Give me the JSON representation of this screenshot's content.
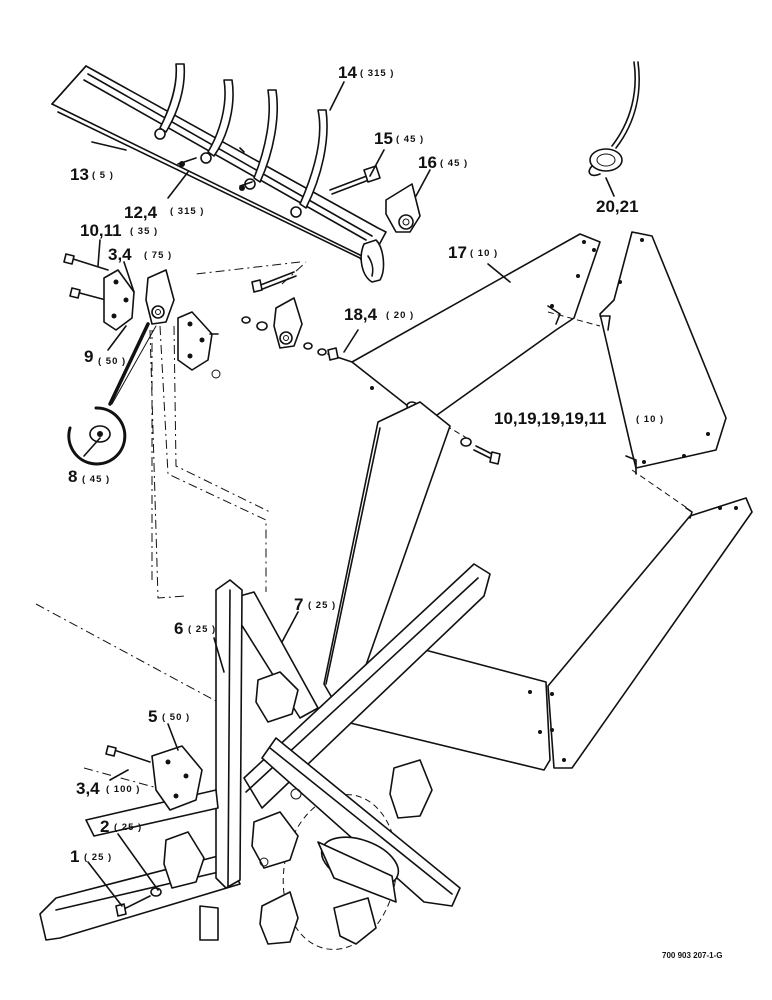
{
  "callouts": [
    {
      "id": "c1",
      "label": "1",
      "qty": "( 25 )"
    },
    {
      "id": "c2",
      "label": "2",
      "qty": "( 25 )"
    },
    {
      "id": "c3",
      "label": "3,4",
      "qty": "( 100 )"
    },
    {
      "id": "c5",
      "label": "5",
      "qty": "( 50 )"
    },
    {
      "id": "c6",
      "label": "6",
      "qty": "( 25 )"
    },
    {
      "id": "c7",
      "label": "7",
      "qty": "( 25 )"
    },
    {
      "id": "c8",
      "label": "8",
      "qty": "( 45 )"
    },
    {
      "id": "c9",
      "label": "9",
      "qty": "( 50 )"
    },
    {
      "id": "c10",
      "label": "10,11",
      "qty": "( 35 )"
    },
    {
      "id": "c34",
      "label": "3,4",
      "qty": "( 75 )"
    },
    {
      "id": "c12",
      "label": "12,4",
      "qty": "( 315 )"
    },
    {
      "id": "c13",
      "label": "13",
      "qty": "( 5 )"
    },
    {
      "id": "c14",
      "label": "14",
      "qty": "( 315 )"
    },
    {
      "id": "c15",
      "label": "15",
      "qty": "( 45 )"
    },
    {
      "id": "c16",
      "label": "16",
      "qty": "( 45 )"
    },
    {
      "id": "c17",
      "label": "17",
      "qty": "( 10 )"
    },
    {
      "id": "c18",
      "label": "18,4",
      "qty": "( 20 )"
    },
    {
      "id": "c19",
      "label": "10,19,19,19,11",
      "qty": "( 10 )"
    },
    {
      "id": "c20",
      "label": "20,21",
      "qty": ""
    }
  ],
  "drawing_code": "700 903 207-1-G"
}
